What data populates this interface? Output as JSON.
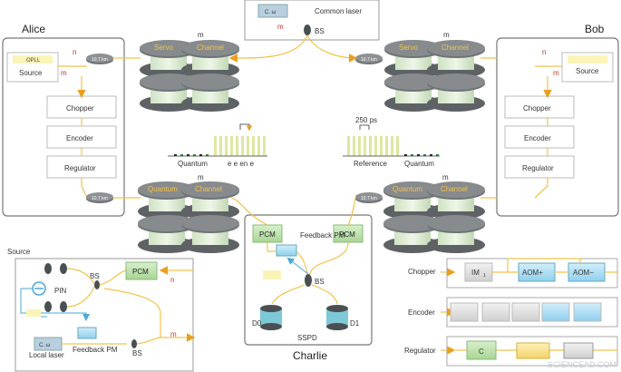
{
  "alice": {
    "title": "Alice",
    "opll": "OPLL",
    "source": "Source",
    "chopper": "Chopper",
    "encoder": "Encoder",
    "regulator": "Regulator",
    "spool_top": "10.7 km",
    "spool_bottom": "10.7 km",
    "n": "n",
    "m": "m"
  },
  "bob": {
    "title": "Bob",
    "source": "Source",
    "chopper": "Chopper",
    "encoder": "Encoder",
    "regulator": "Regulator",
    "spool_top": "10.7 km",
    "spool_bottom": "10.7 km",
    "n": "n",
    "m": "m"
  },
  "common": {
    "laser": "Common laser",
    "ce": "C. ω",
    "m": "m",
    "bs": "BS"
  },
  "fibers": {
    "servo": "Servo",
    "channel": "Channel",
    "quantum": "Quantum",
    "m": "m"
  },
  "pulses": {
    "left_quantum": "Quantum",
    "left_seq": "e  e  en  e",
    "right_reference": "Reference",
    "right_quantum": "Quantum",
    "period": "250 ps"
  },
  "charlie": {
    "title": "Charlie",
    "pcm_left": "PCM",
    "pcm_right": "PCM",
    "feedback_pm": "Feedback\nPM",
    "bs": "BS",
    "d0": "D0",
    "d1": "D1",
    "sspd": "SSPD"
  },
  "source_detail": {
    "title": "Source",
    "pin": "PIN",
    "bs1": "BS",
    "bs2": "BS",
    "pcm": "PCM",
    "n": "n",
    "m": "m",
    "local_laser": "Local laser",
    "ce": "C. ω",
    "feedback_pm": "Feedback\nPM"
  },
  "modules": {
    "chopper": "Chopper",
    "encoder": "Encoder",
    "regulator": "Regulator",
    "im": "IM",
    "im_sub": "1",
    "aom_plus": "AOM+",
    "aom_minus": "AOM−",
    "c": "C"
  },
  "watermark": "SCIENCEAD.COM",
  "colors": {
    "fiber": "#f3c24a",
    "arrow": "#e8a020",
    "red_label": "#c0392b",
    "pcm_green": "#bfe3b2",
    "blue_box": "#a9dcf2",
    "spool_gray": "#6f7376"
  }
}
